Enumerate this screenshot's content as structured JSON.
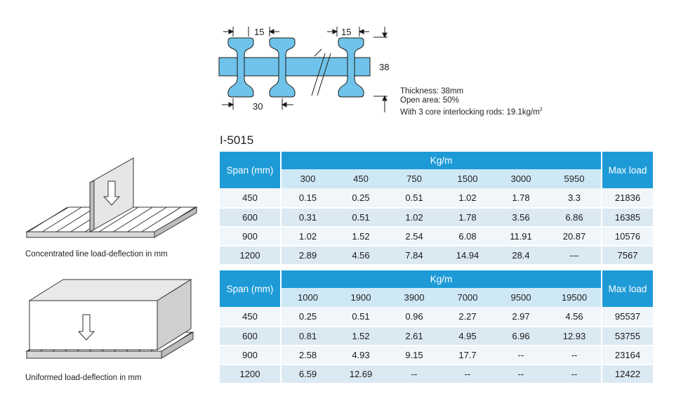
{
  "profile": {
    "dim_top_left": "15",
    "dim_top_right": "15",
    "dim_height": "38",
    "dim_bottom": "30"
  },
  "specs": [
    "Thickness: 38mm",
    "Open area: 50%",
    "With 3 core interlocking rods: 19.1kg/m"
  ],
  "specs_superscript": "2",
  "product_code": "I-5015",
  "table1": {
    "span_header": "Span (mm)",
    "kg_header": "Kg/m",
    "max_header": "Max load",
    "kg_values": [
      "300",
      "450",
      "750",
      "1500",
      "3000",
      "5950"
    ],
    "rows": [
      {
        "span": "450",
        "cells": [
          "0.15",
          "0.25",
          "0.51",
          "1.02",
          "1.78",
          "3.3"
        ],
        "max": "21836"
      },
      {
        "span": "600",
        "cells": [
          "0.31",
          "0.51",
          "1.02",
          "1.78",
          "3.56",
          "6.86"
        ],
        "max": "16385"
      },
      {
        "span": "900",
        "cells": [
          "1.02",
          "1.52",
          "2.54",
          "6.08",
          "11.91",
          "20.87"
        ],
        "max": "10576"
      },
      {
        "span": "1200",
        "cells": [
          "2.89",
          "4.56",
          "7.84",
          "14.94",
          "28.4",
          "---"
        ],
        "max": "7567"
      }
    ]
  },
  "table2": {
    "span_header": "Span (mm)",
    "kg_header": "Kg/m",
    "max_header": "Max load",
    "kg_values": [
      "1000",
      "1900",
      "3900",
      "7000",
      "9500",
      "19500"
    ],
    "rows": [
      {
        "span": "450",
        "cells": [
          "0.25",
          "0.51",
          "0.96",
          "2.27",
          "2.97",
          "4.56"
        ],
        "max": "95537"
      },
      {
        "span": "600",
        "cells": [
          "0.81",
          "1.52",
          "2.61",
          "4.95",
          "6.96",
          "12.93"
        ],
        "max": "53755"
      },
      {
        "span": "900",
        "cells": [
          "2.58",
          "4.93",
          "9.15",
          "17.7",
          "--",
          "--"
        ],
        "max": "23164"
      },
      {
        "span": "1200",
        "cells": [
          "6.59",
          "12.69",
          "--",
          "--",
          "--",
          "--"
        ],
        "max": "12422"
      }
    ]
  },
  "illustrations": {
    "concentrated_caption": "Concentrated line load-deflection in mm",
    "uniform_caption": "Uniformed load-deflection in mm"
  },
  "colors": {
    "header_blue": "#1e9bd7",
    "profile_fill": "#6fc3ea",
    "profile_stroke": "#1a1a1a"
  }
}
